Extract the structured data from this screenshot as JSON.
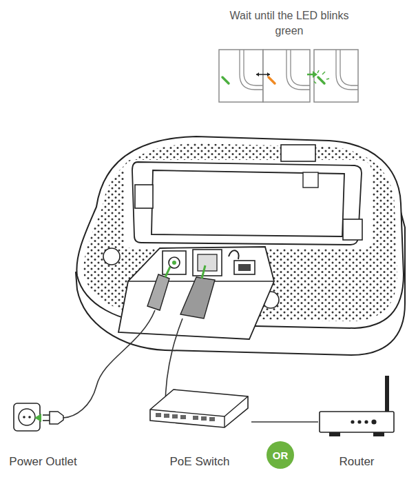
{
  "diagram": {
    "nodes": [
      {
        "text": [
          "Power Outlet"
        ]
      },
      {
        "text": [
          "PoE Switch"
        ]
      },
      {
        "text": [
          "OR"
        ]
      },
      {
        "text": [
          "Router"
        ]
      }
    ],
    "edges": [
      {
        "from": 1,
        "to": 3,
        "arrow": "none"
      }
    ],
    "labels": [
      "Wait until the LED blinks green"
    ]
  }
}
